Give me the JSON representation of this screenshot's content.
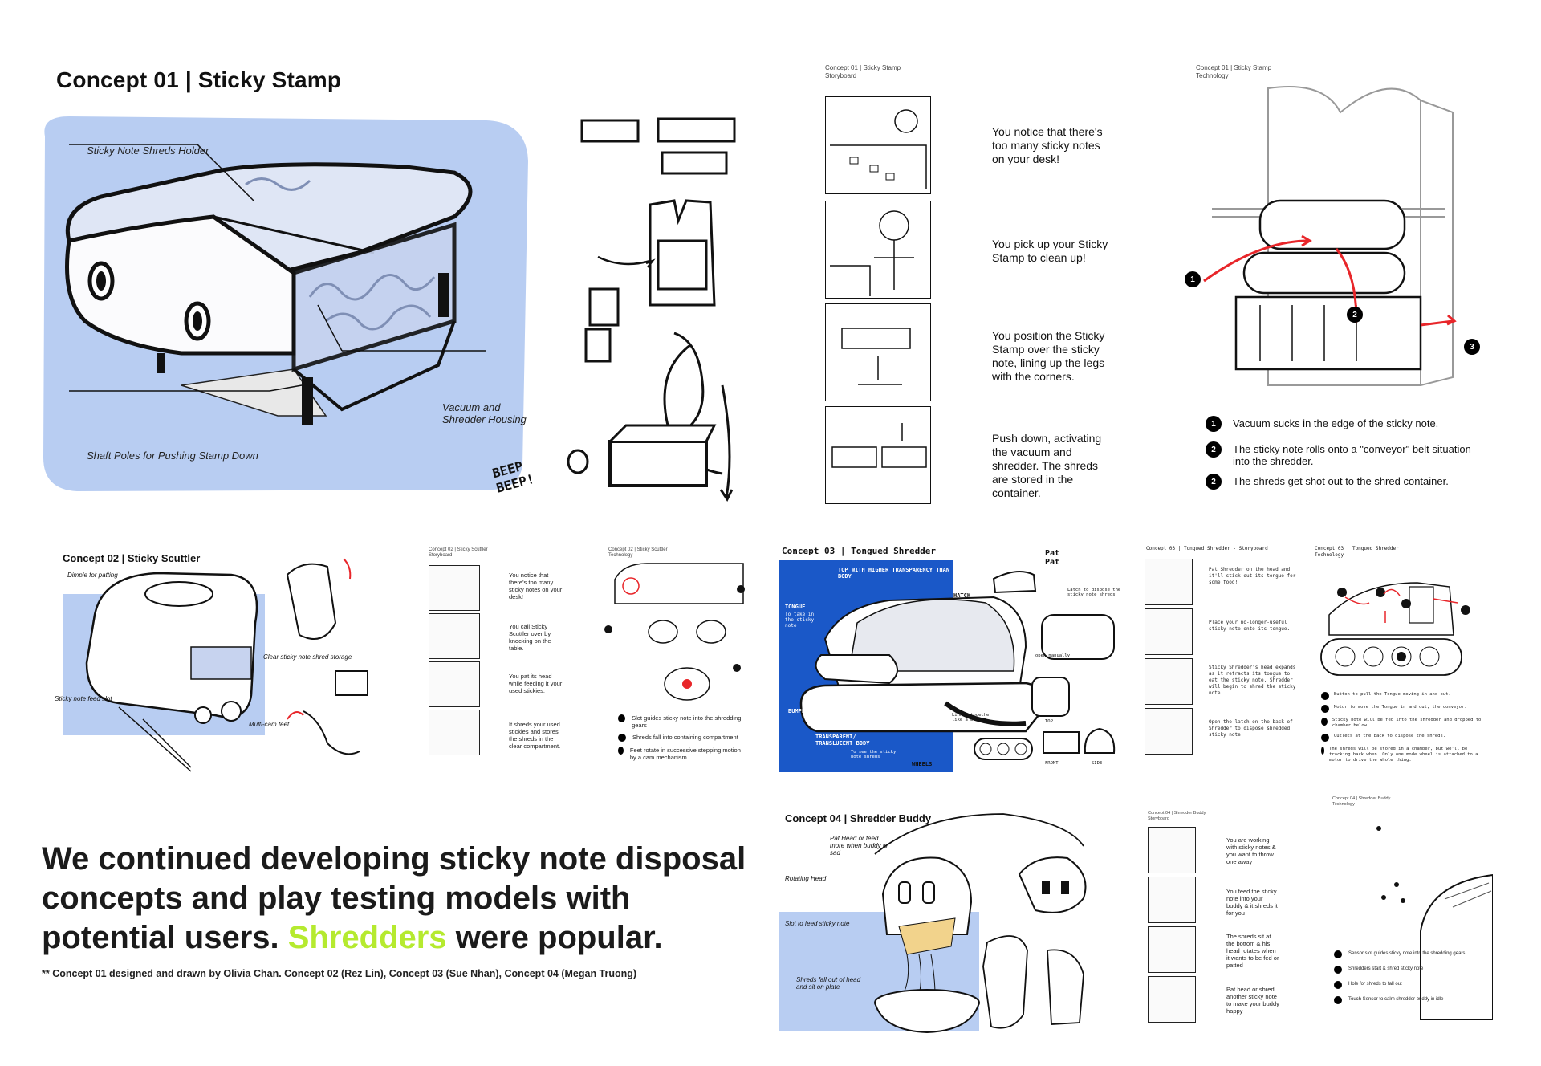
{
  "concept01": {
    "title": "Concept 01 | Sticky Stamp",
    "labels": {
      "holder": "Sticky Note Shreds Holder",
      "housing": "Vacuum and Shredder Housing",
      "poles": "Shaft Poles for Pushing Stamp Down"
    },
    "beep": "BEEP BEEP!",
    "storyboard": {
      "header_line1": "Concept 01 | Sticky Stamp",
      "header_line2": "Storyboard",
      "steps": [
        "You notice that there's too many sticky notes on your desk!",
        "You pick up your Sticky Stamp to clean up!",
        "You position the Sticky Stamp over the sticky note, lining up the legs with the corners.",
        "Push down, activating the vacuum and shredder. The shreds are stored in the container."
      ]
    },
    "technology": {
      "header_line1": "Concept 01 | Sticky Stamp",
      "header_line2": "Technology",
      "items": [
        {
          "num": "1",
          "text": "Vacuum sucks in the edge of the sticky note."
        },
        {
          "num": "2",
          "text": "The sticky note rolls onto a \"conveyor\" belt situation into the shredder."
        },
        {
          "num": "2",
          "text": "The shreds get shot out to the shred container."
        }
      ],
      "diagram_nums": [
        "1",
        "2",
        "3"
      ]
    }
  },
  "concept02": {
    "title": "Concept 02 | Sticky Scuttler",
    "labels": {
      "dimple": "Dimple for patting",
      "storage": "Clear sticky note shred storage",
      "feed": "Sticky note feed slot",
      "feet": "Multi-cam feet"
    },
    "storyboard": {
      "header_line1": "Concept 02 | Sticky Scuttler",
      "header_line2": "Storyboard",
      "steps": [
        "You notice that there's too many sticky notes on your desk!",
        "You call Sticky Scuttler over by knocking on the table.",
        "You pat its head while feeding it your used stickies.",
        "It shreds your used stickies and stores the shreds in the clear compartment."
      ]
    },
    "technology": {
      "header_line1": "Concept 02 | Sticky Scuttler",
      "header_line2": "Technology",
      "items": [
        "Slot guides sticky note into the shredding gears",
        "Shreds fall into containing compartment",
        "Feet rotate in successive stepping motion by a cam mechanism"
      ]
    }
  },
  "concept03": {
    "title": "Concept 03 | Tongued Shredder",
    "labels": {
      "top": "TOP WITH HIGHER TRANSPARENCY THAN BODY",
      "tongue": "TONGUE",
      "tongue_sub": "To take in the sticky note",
      "hatch": "HATCH",
      "bumper": "BUMPER",
      "body": "TRANSPARENT/ TRANSLUCENT BODY",
      "body_sub": "To see the sticky note shreds",
      "wheels": "WHEELS",
      "pat": "Pat Pat",
      "latch": "Latch to dispose the sticky note shreds",
      "open": "open manually",
      "linked": "Linked together like a bead's",
      "view_top": "TOP",
      "view_front": "FRONT",
      "view_side": "SIDE"
    },
    "storyboard": {
      "header": "Concept 03 | Tongued Shredder - Storyboard",
      "steps": [
        "Pat Shredder on the head and it'll stick out its tongue for some food!",
        "Place your no-longer-useful sticky note onto its tongue.",
        "Sticky Shredder's head expands as it retracts its tongue to eat the sticky note. Shredder will begin to shred the sticky note.",
        "Open the latch on the back of Shredder to dispose shredded sticky note."
      ]
    },
    "technology": {
      "header_line1": "Concept 03 | Tongued Shredder",
      "header_line2": "Technology",
      "items": [
        "Button to pull the Tongue moving in and out.",
        "Motor to move the Tongue in and out, the conveyor.",
        "Sticky note will be fed into the shredder and dropped to chamber below.",
        "Outlets at the back to dispose the shreds.",
        "The shreds will be stored in a chamber, but we'll be tracking back when. Only one mode wheel is attached to a motor to drive the whole thing."
      ]
    }
  },
  "concept04": {
    "title": "Concept 04 | Shredder Buddy",
    "labels": {
      "pat": "Pat Head or feed more when buddy is sad",
      "rotating": "Rotating Head",
      "slot": "Slot to feed sticky note",
      "shreds": "Shreds fall out of head and sit on plate"
    },
    "storyboard": {
      "header_line1": "Concept 04 | Shredder Buddy",
      "header_line2": "Storyboard",
      "steps": [
        "You are working with sticky notes & you want to throw one away",
        "You feed the sticky note into your buddy & it shreds it for you",
        "The shreds sit at the bottom & his head rotates when it wants to be fed or patted",
        "Pat head or shred another sticky note to make your buddy happy"
      ]
    },
    "technology": {
      "header_line1": "Concept 04 | Shredder Buddy",
      "header_line2": "Technology",
      "items": [
        "Sensor slot guides sticky note into the shredding gears",
        "Shredders start & shred sticky note",
        "Hole for shreds to fall out",
        "Touch Sensor to calm shredder buddy in idle"
      ]
    }
  },
  "headline": {
    "part1": "We continued developing sticky note disposal concepts and play testing models with potential users. ",
    "accent": "Shredders",
    "part2": " were popular."
  },
  "footnote": "** Concept 01 designed and drawn by Olivia Chan. Concept 02 (Rez Lin), Concept 03 (Sue Nhan), Concept 04 (Megan Truong)",
  "colors": {
    "sketch_blue": "#b8cdf2",
    "concept03_blue": "#1a58c8",
    "accent_green": "#b5ea2f",
    "arrow_red": "#e8262a"
  }
}
